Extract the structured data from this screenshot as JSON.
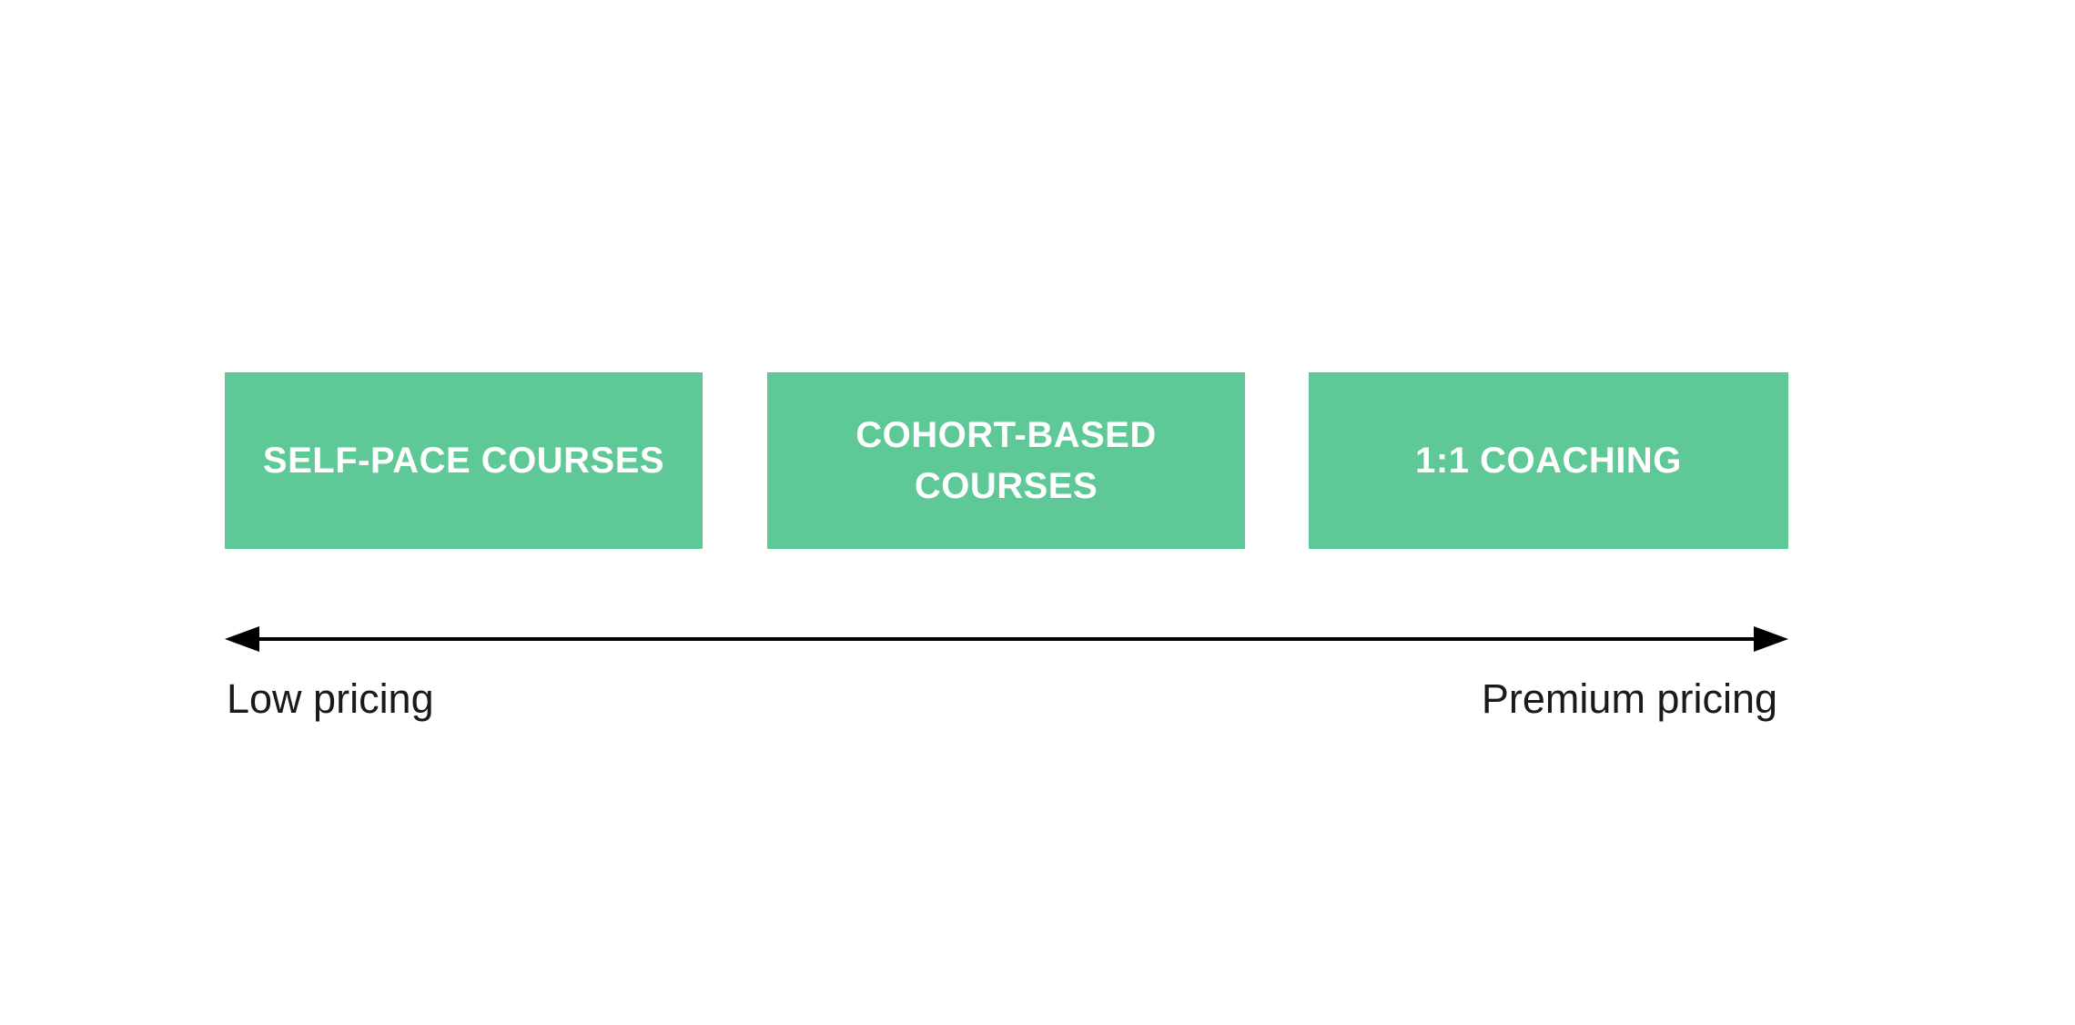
{
  "diagram": {
    "boxes": [
      {
        "label": "SELF-PACE COURSES"
      },
      {
        "label": "COHORT-BASED COURSES"
      },
      {
        "label": "1:1 COACHING"
      }
    ],
    "axis": {
      "left_label": "Low pricing",
      "right_label": "Premium pricing"
    }
  },
  "colors": {
    "box_fill": "#5EC897",
    "box_text": "#FFFFFF",
    "axis_line": "#000000",
    "label_text": "#1A1A1A",
    "background": "#FFFFFF"
  }
}
